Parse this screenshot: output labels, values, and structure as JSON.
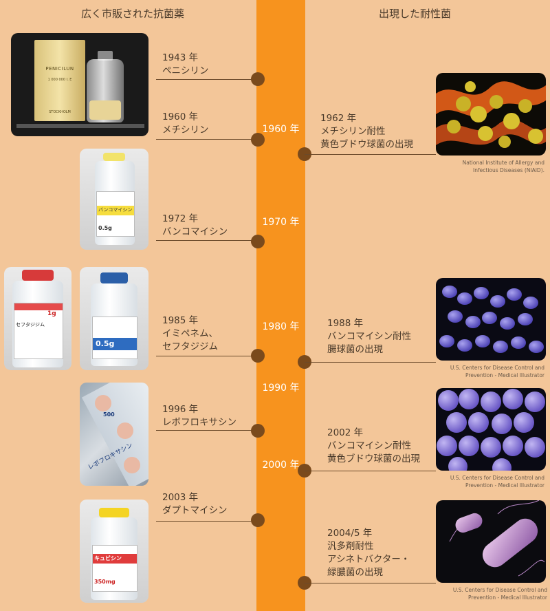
{
  "headers": {
    "left": "広く市販された抗菌薬",
    "right": "出現した耐性菌"
  },
  "decades": [
    "1960 年",
    "1970 年",
    "1980 年",
    "1990 年",
    "2000 年"
  ],
  "drugs": [
    {
      "year": "1943 年",
      "name": "ペニシリン"
    },
    {
      "year": "1960 年",
      "name": "メチシリン"
    },
    {
      "year": "1972 年",
      "name": "バンコマイシン"
    },
    {
      "year": "1985 年",
      "name": "イミペネム、",
      "name2": "セフタジジム"
    },
    {
      "year": "1996 年",
      "name": "レボフロキサシン"
    },
    {
      "year": "2003 年",
      "name": "ダプトマイシン"
    }
  ],
  "resistant": [
    {
      "year": "1962 年",
      "line1": "メチシリン耐性",
      "line2": "黄色ブドウ球菌の出現",
      "credit1": "National Institute of Allergy and",
      "credit2": "Infectious Diseases (NIAID)."
    },
    {
      "year": "1988 年",
      "line1": "バンコマイシン耐性",
      "line2": "腸球菌の出現",
      "credit1": "U.S. Centers for Disease Control and",
      "credit2": "Prevention - Medical Illustrator"
    },
    {
      "year": "2002 年",
      "line1": "バンコマイシン耐性",
      "line2": "黄色ブドウ球菌の出現",
      "credit1": "U.S. Centers for Disease Control and",
      "credit2": "Prevention - Medical Illustrator"
    },
    {
      "year": "2004/5 年",
      "line1": "汎多剤耐性",
      "line2": "アシネトバクター・",
      "line3": "緑膿菌の出現",
      "credit1": "U.S. Centers for Disease Control and",
      "credit2": "Prevention - Medical Illustrator"
    }
  ],
  "photo_text": {
    "penicillin_box": "PENICILUN",
    "penicillin_dose": "1 000 000 I. E",
    "penicillin_maker": "STOCKHOLM",
    "vanco_label": "バンコマイシン",
    "vanco_dose": "0.5g",
    "ceftaz_label": "セフタジジム",
    "ceftaz_dose": "1g",
    "imipenem_dose": "0.5g",
    "levo_label": "レボフロキサシン",
    "levo_num": "500",
    "dapto_label": "キュビシン",
    "dapto_dose": "350mg"
  },
  "colors": {
    "background": "#f3c699",
    "timeline": "#f7931e",
    "dot": "#7a4a1c"
  }
}
